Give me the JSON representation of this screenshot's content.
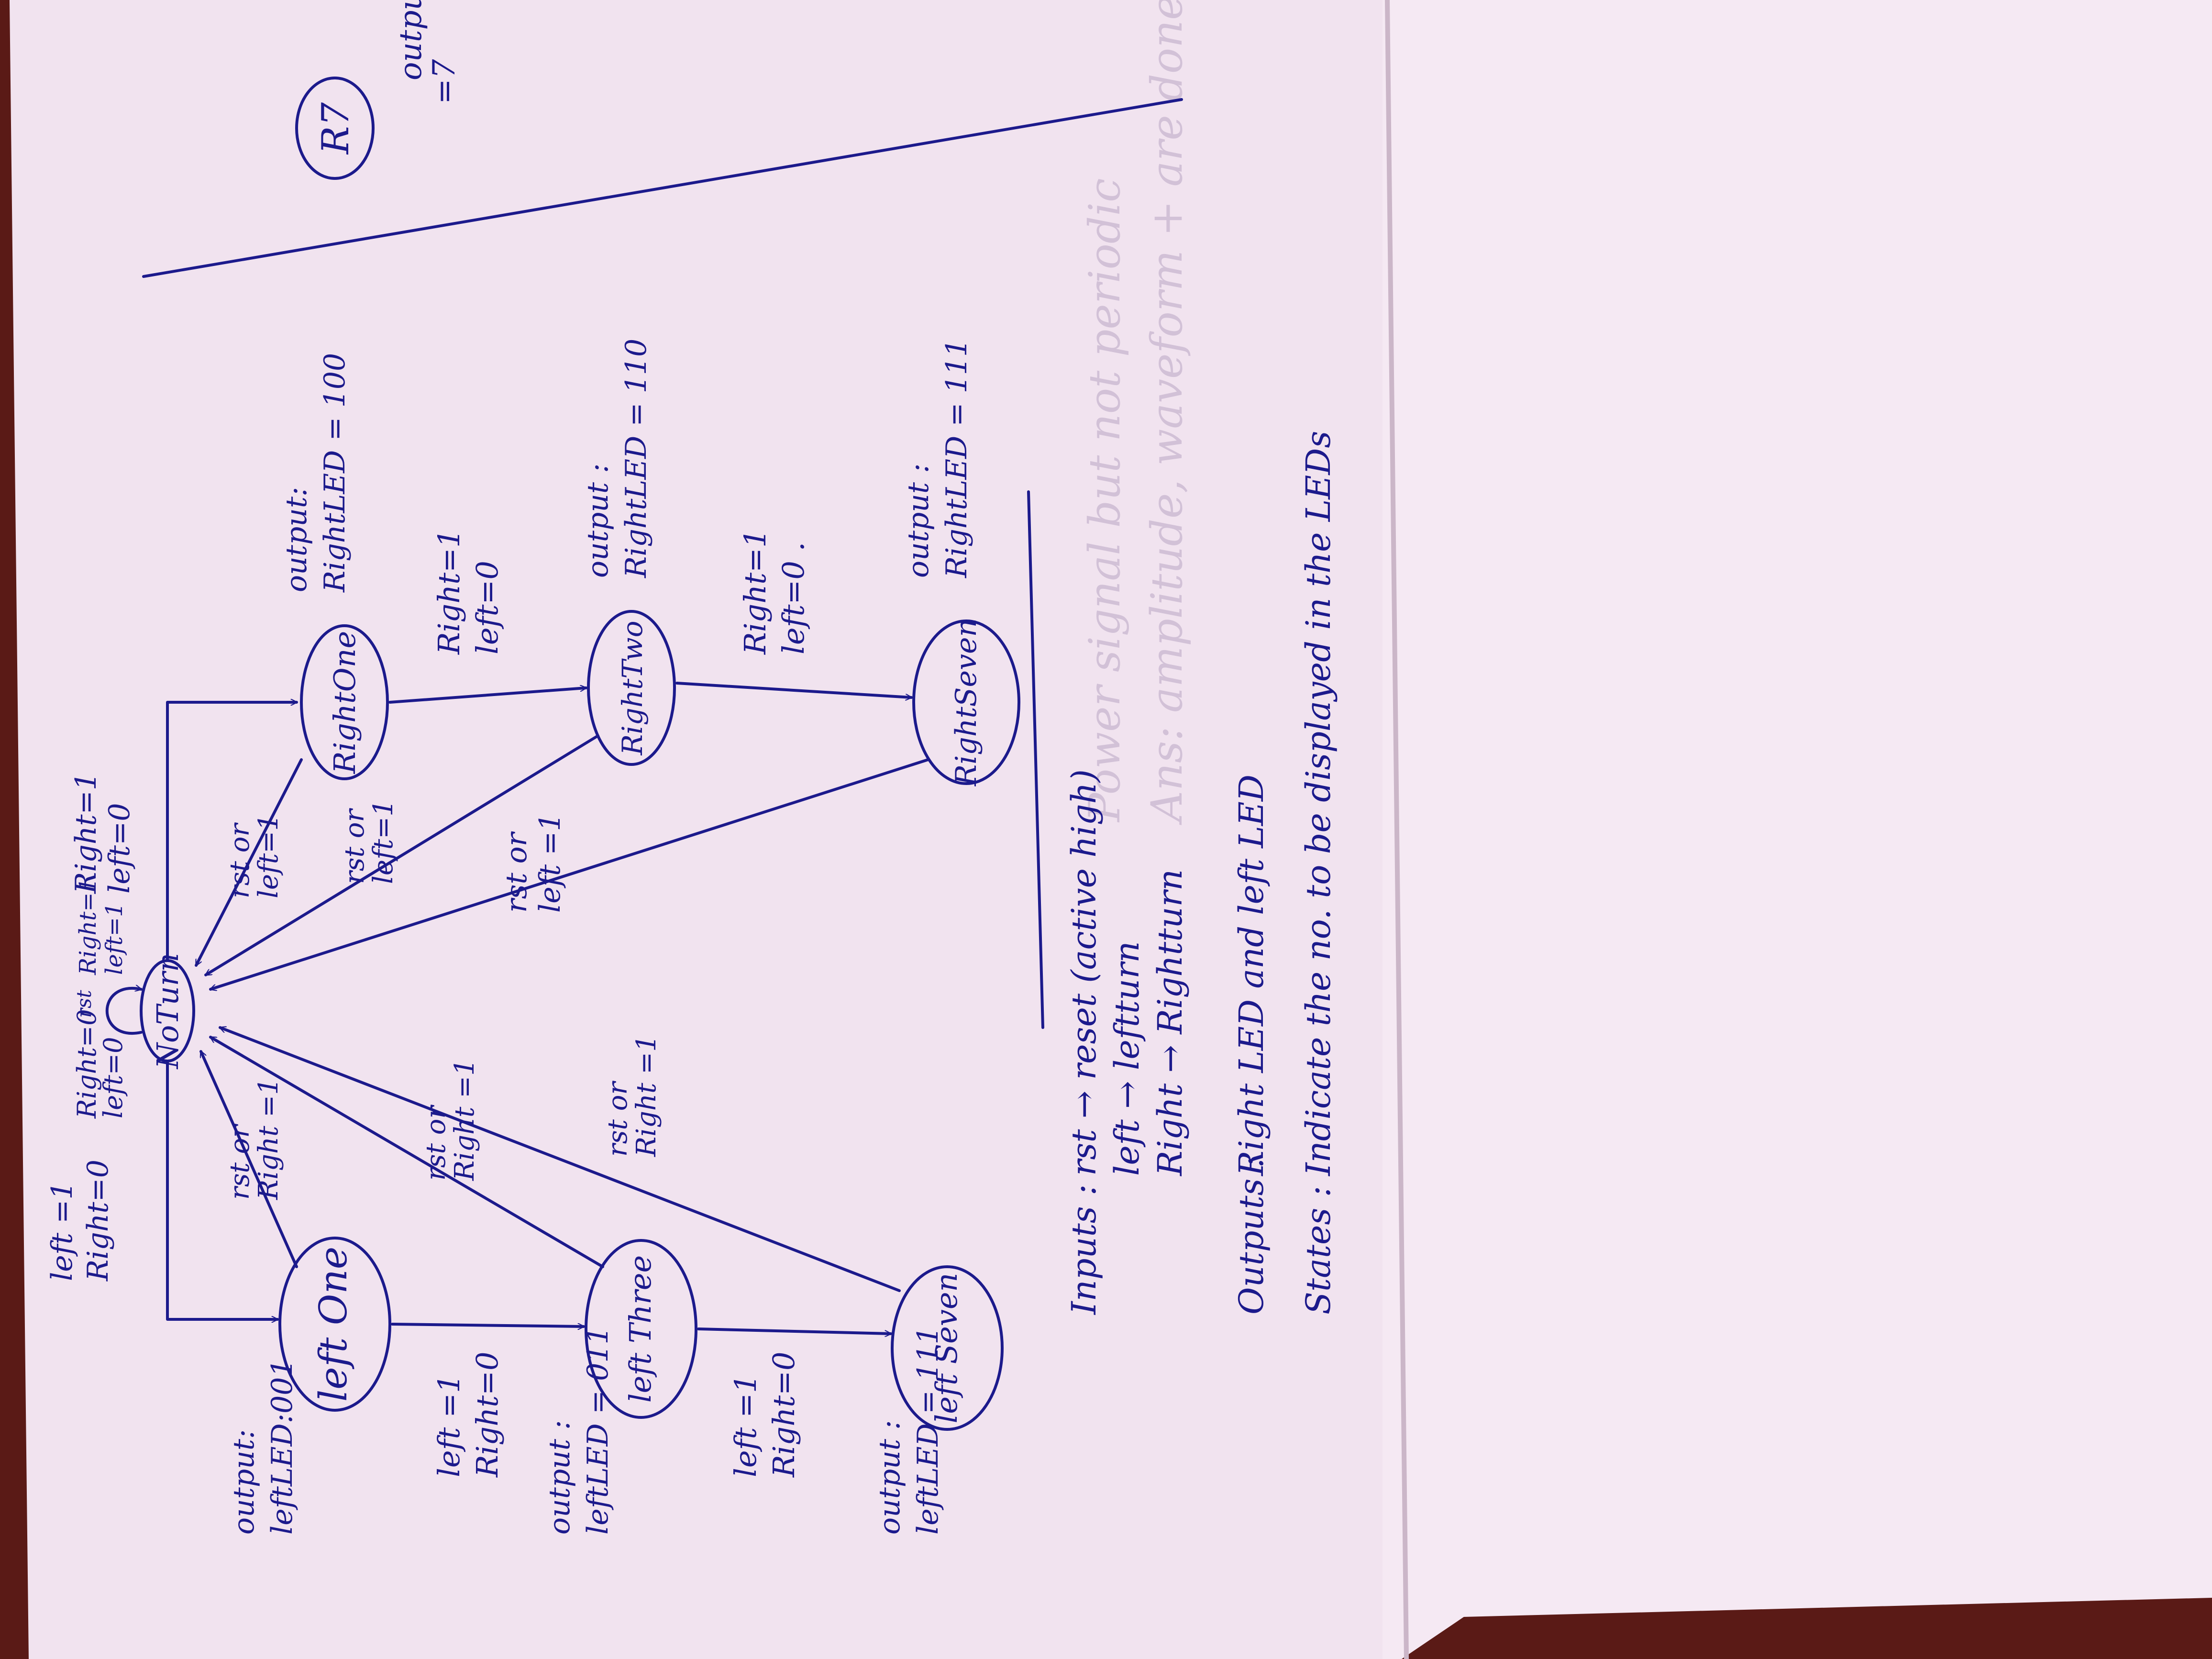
{
  "colors": {
    "paper": "#f1e3ef",
    "paper_right": "#f5e9f3",
    "ink": "#1c1a8c",
    "table": "#5a1a16"
  },
  "states": {
    "noturn": "NoTurn",
    "rightone": "RightOne",
    "righttwo": "RightTwo",
    "rightseven": "RightSeven",
    "leftone": "left One",
    "leftthree": "left Three",
    "leftseven": "left Seven"
  },
  "state_outputs": {
    "rightone": [
      "output:",
      "RightLED = 100"
    ],
    "righttwo": [
      "output :",
      "RightLED = 110"
    ],
    "rightseven": [
      "output :",
      "RightLED = 111"
    ],
    "leftone": [
      "output:",
      "leftLED:001"
    ],
    "leftthree": [
      "output :",
      "leftLED = 011"
    ],
    "leftseven": [
      "output :",
      "leftLED = 111"
    ]
  },
  "transitions": {
    "noturn_self": [
      "Right=0",
      "left=0"
    ],
    "noturn_self_marker": "rst",
    "noturn_self_right": [
      "Right=1",
      "left=1"
    ],
    "noturn_to_rightone": [
      "Right=1",
      "left=0"
    ],
    "rightone_to_righttwo": [
      "Right=1",
      "left=0"
    ],
    "righttwo_to_rightseven": [
      "Right=1",
      "left=0 ."
    ],
    "noturn_to_leftone": [
      "left =1",
      "Right=0"
    ],
    "leftone_to_leftthree": [
      "left =1",
      "Right=0"
    ],
    "leftthree_to_leftseven": [
      "left =1",
      "Right=0"
    ],
    "rightone_return": [
      "rst or",
      "left=1"
    ],
    "righttwo_return": [
      "rst or",
      "left=1"
    ],
    "rightseven_return": [
      "rst or",
      "left =1"
    ],
    "leftone_return": [
      "rst or",
      "Right =1"
    ],
    "leftthree_return": [
      "rst or",
      "Right =1"
    ],
    "leftseven_return": [
      "rst or",
      "Right =1"
    ]
  },
  "legend": {
    "inputs_label": "Inputs :",
    "inputs": [
      "rst → reset (active high)",
      "left → leftturn",
      "Right → Rightturn"
    ],
    "outputs_label": "Outputs :",
    "outputs_text": "Right LED and left LED",
    "states_label": "States :",
    "states_text": "Indicate the no. to be displayed in the LEDs"
  },
  "top_fragment": {
    "state": "R7",
    "output": [
      "output",
      "=7"
    ]
  },
  "background_bleed": [
    "Power signal but not periodic",
    "Ans: amplitude, waveform + are done"
  ]
}
